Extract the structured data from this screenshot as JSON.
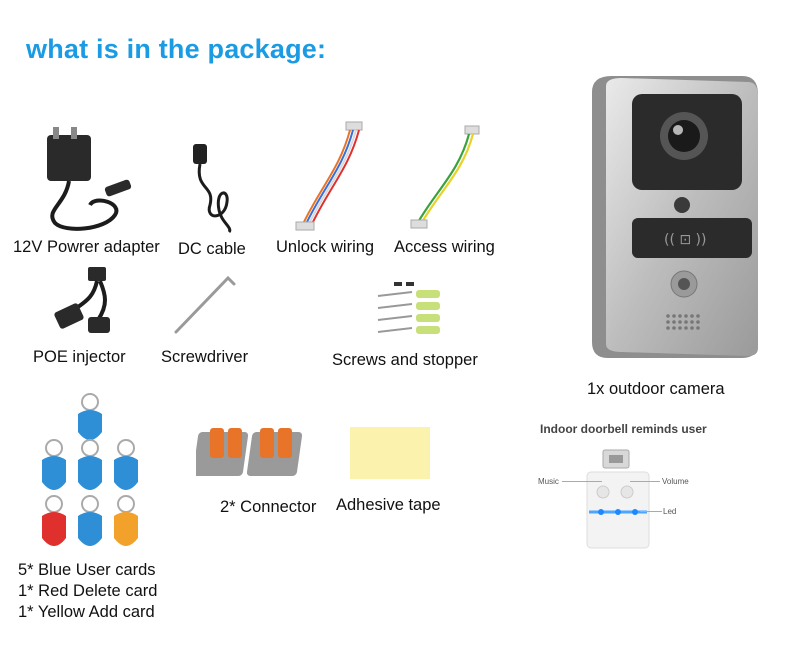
{
  "heading": "what is in the package:",
  "items": {
    "power_adapter": "12V Powrer adapter",
    "dc_cable": "DC cable",
    "unlock_wiring": "Unlock wiring",
    "access_wiring": "Access wiring",
    "poe_injector": "POE injector",
    "screwdriver": "Screwdriver",
    "screws": "Screws and stopper",
    "connector": "2* Connector",
    "adhesive_tape": "Adhesive tape",
    "outdoor_camera": "1x outdoor camera"
  },
  "cards": [
    "5*  Blue User cards",
    "1*  Red Delete card",
    "1*  Yellow Add card"
  ],
  "indoor": {
    "title": "Indoor doorbell reminds user",
    "music": "Music",
    "volume": "Volume",
    "led": "Led"
  },
  "colors": {
    "heading": "#1a9be3",
    "blue_tag": "#2f8fd6",
    "red_tag": "#e0302e",
    "yellow_tag": "#f2a12b",
    "tape": "#fbf2ad",
    "connector_orange": "#e8742a"
  }
}
